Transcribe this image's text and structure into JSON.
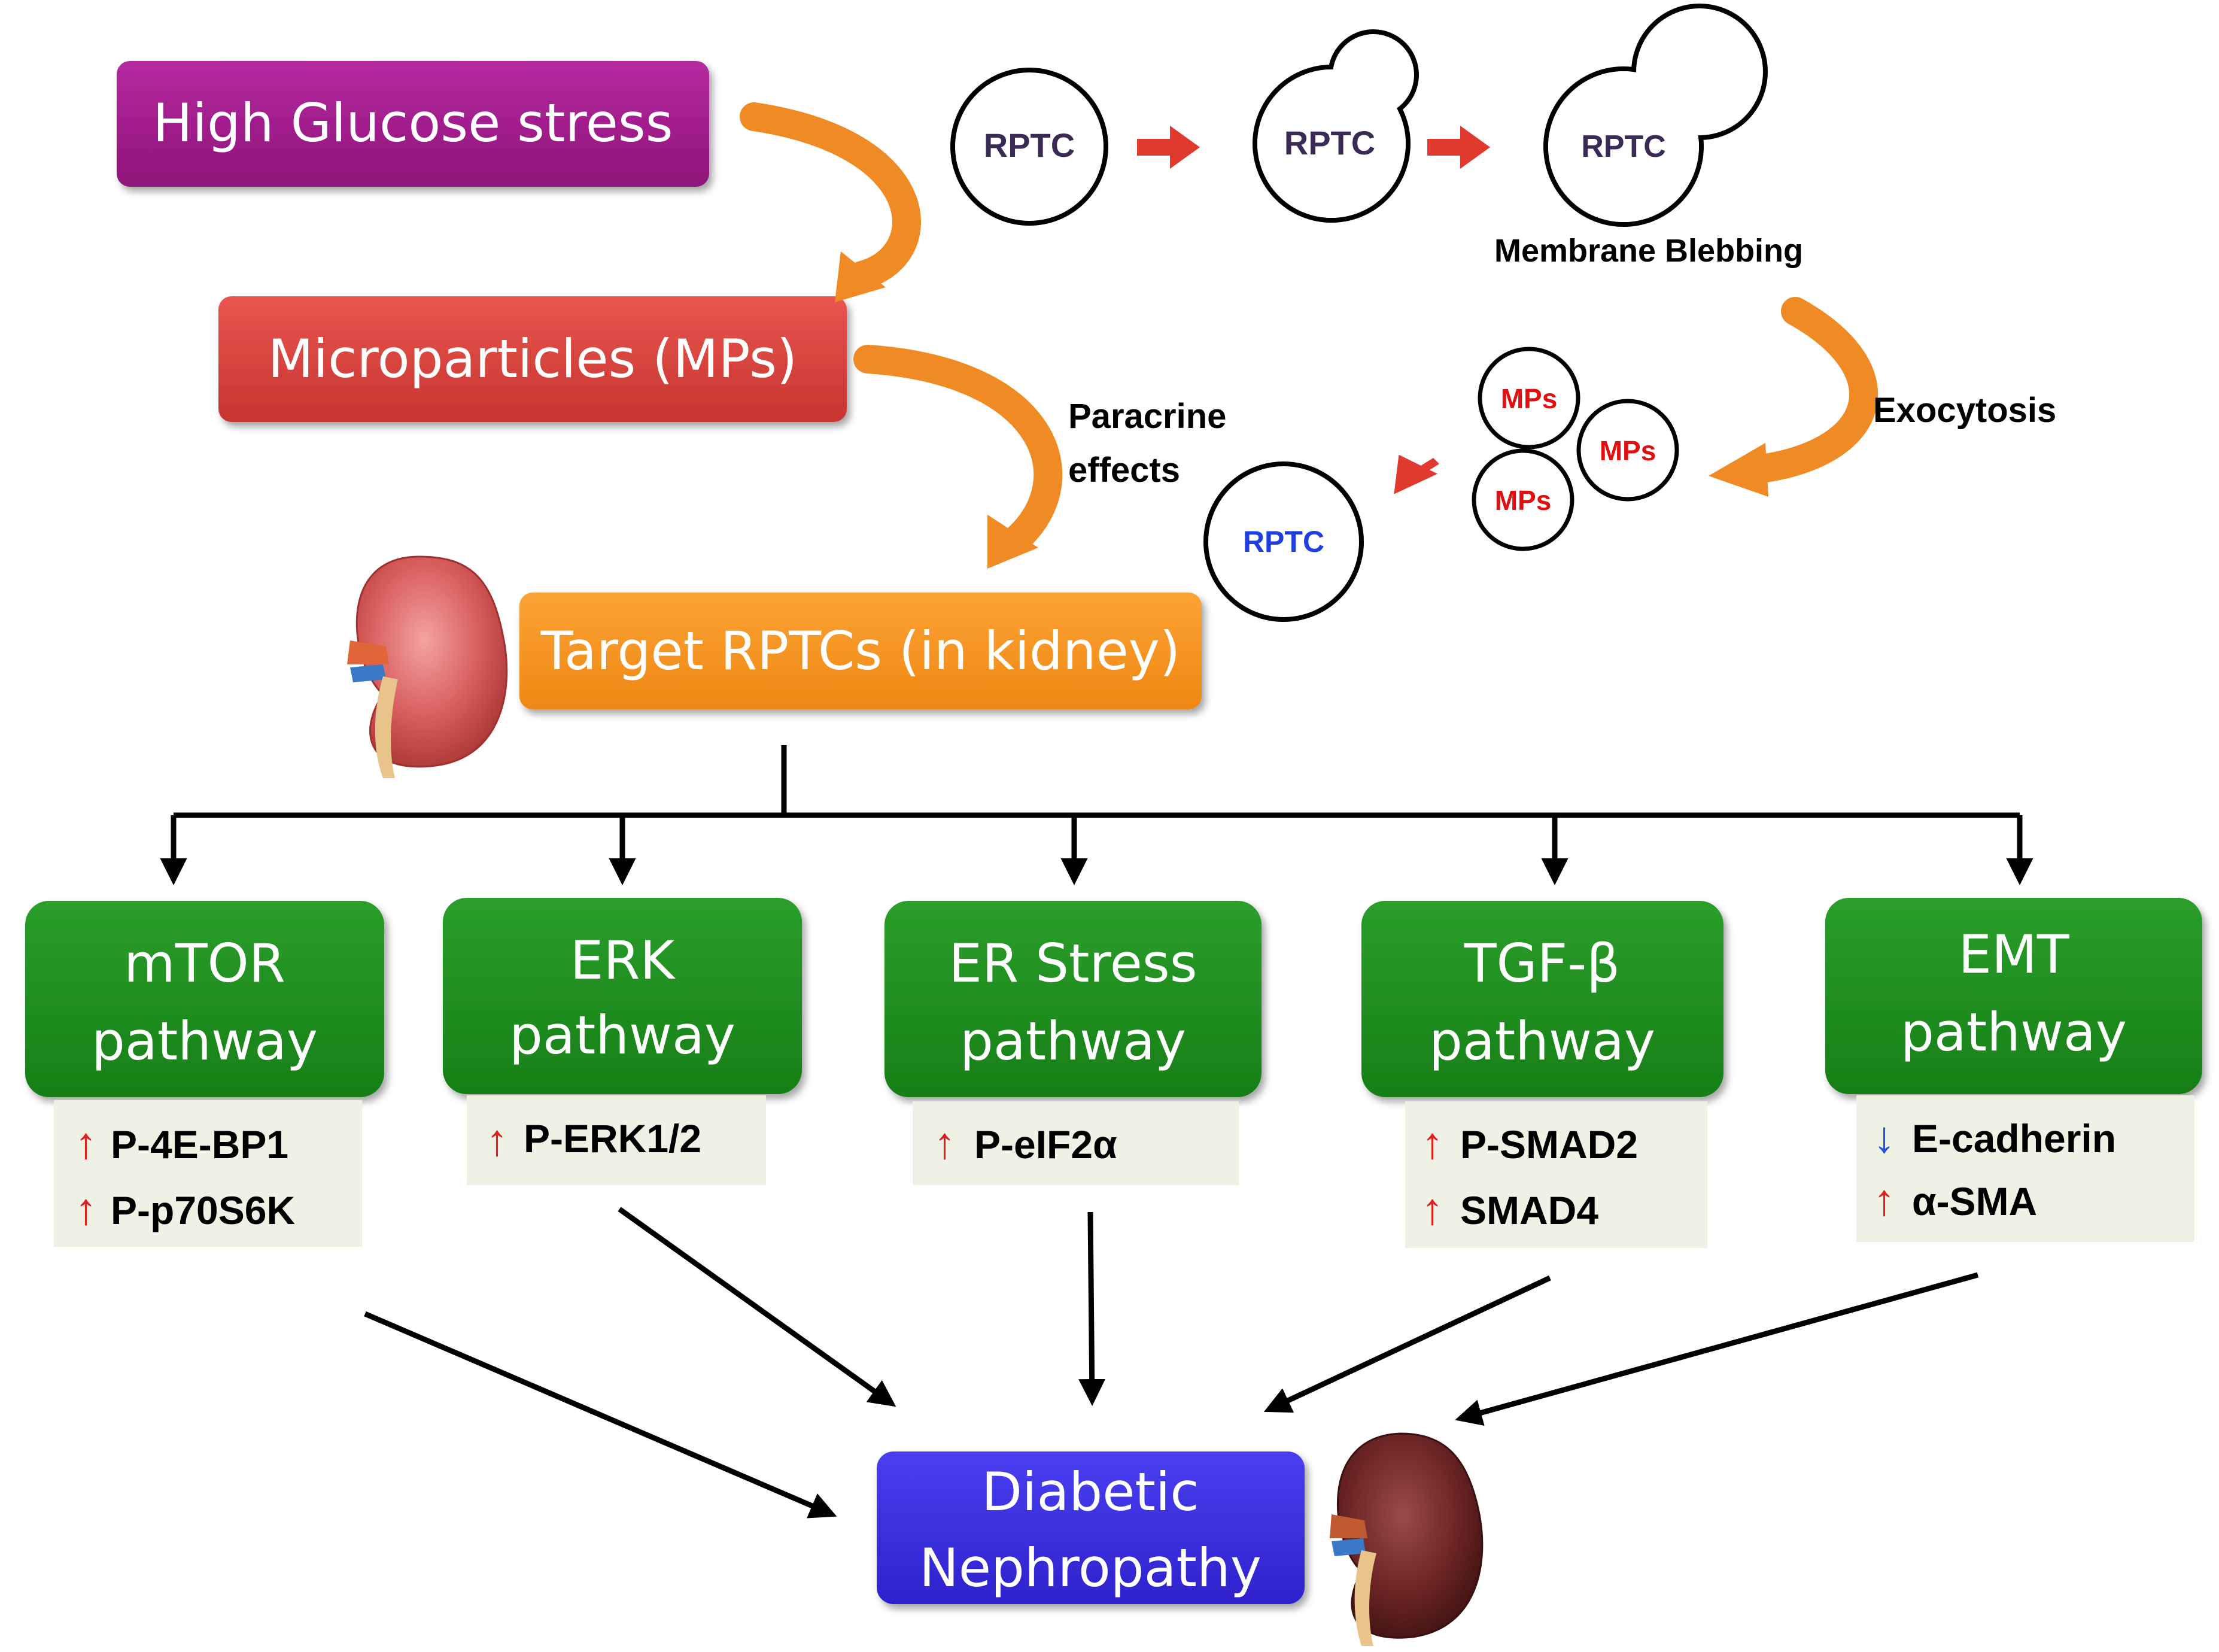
{
  "top_flow": {
    "stress_label": "High Glucose stress",
    "microparticles_label": "Microparticles (MPs)",
    "target_label": "Target RPTCs (in kidney)",
    "paracrine_line1": "Paracrine",
    "paracrine_line2": "effects"
  },
  "cell_sequence": {
    "cell_label": "RPTC",
    "membrane_blebbing_label": "Membrane Blebbing",
    "exocytosis_label": "Exocytosis",
    "mp_label": "MPs",
    "target_cell_label": "RPTC"
  },
  "pathways": [
    {
      "line1": "mTOR",
      "line2": "pathway",
      "markers": [
        {
          "arrow": "↑",
          "text": "P-4E-BP1"
        },
        {
          "arrow": "↑",
          "text": "P-p70S6K"
        }
      ]
    },
    {
      "line1": "ERK",
      "line2": "pathway",
      "markers": [
        {
          "arrow": "↑",
          "text": "P-ERK1/2"
        }
      ]
    },
    {
      "line1": "ER Stress",
      "line2": "pathway",
      "markers": [
        {
          "arrow": "↑",
          "text": "P-eIF2α"
        }
      ]
    },
    {
      "line1": "TGF-β",
      "line2": "pathway",
      "markers": [
        {
          "arrow": "↑",
          "text": "P-SMAD2"
        },
        {
          "arrow": "↑",
          "text": "SMAD4"
        }
      ]
    },
    {
      "line1": "EMT",
      "line2": "pathway",
      "markers": [
        {
          "arrow": "↓",
          "text": "E-cadherin"
        },
        {
          "arrow": "↑",
          "text": "α-SMA"
        }
      ]
    }
  ],
  "outcome": {
    "line1": "Diabetic",
    "line2": "Nephropathy"
  },
  "colors": {
    "stress_box": "#a3178e",
    "mp_box": "#d9423e",
    "target_box": "#f7941d",
    "pathway_box": "#1f8f1f",
    "marker_panel": "#eef1e4",
    "outcome_box": "#3a2ee0",
    "curved_arrow": "#f08a24",
    "red_arrow": "#e03a2f",
    "up_arrow": "#e02020",
    "down_arrow": "#1f55e0",
    "rptc_text": "#3b2a55",
    "mp_text": "#e01010",
    "target_rptc_text": "#1f3fe0"
  }
}
